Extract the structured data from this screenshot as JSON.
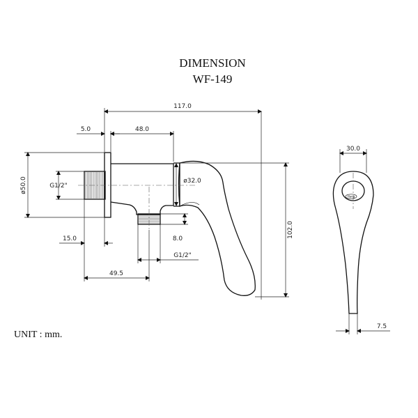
{
  "title": {
    "line1": "DIMENSION",
    "line2": "WF-149"
  },
  "unit_label": "UNIT : mm.",
  "dimensions": {
    "overall_length": "117.0",
    "flange_thickness": "5.0",
    "body_length": "48.0",
    "flange_diameter": "ø50.0",
    "inlet_thread": "G1/2\"",
    "body_diameter": "ø32.0",
    "inlet_depth": "15.0",
    "outlet_length": "8.0",
    "outlet_thread": "G1/2\"",
    "outlet_offset": "49.5",
    "overall_height": "102.0",
    "handle_width": "30.0",
    "handle_tip_width": "7.5"
  },
  "logo_text": "Hang"
}
